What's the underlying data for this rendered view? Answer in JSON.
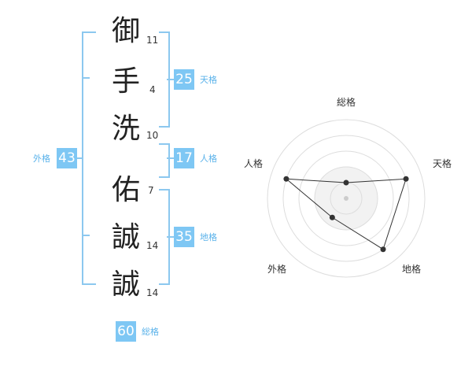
{
  "name": {
    "surname": [
      {
        "char": "御",
        "strokes": "11"
      },
      {
        "char": "手",
        "strokes": "4"
      },
      {
        "char": "洗",
        "strokes": "10"
      }
    ],
    "given": [
      {
        "char": "佑",
        "strokes": "7"
      },
      {
        "char": "誠",
        "strokes": "14"
      },
      {
        "char": "誠",
        "strokes": "14"
      }
    ]
  },
  "kakusu": {
    "tenkaku": {
      "value": "25",
      "label": "天格"
    },
    "jinkaku": {
      "value": "17",
      "label": "人格"
    },
    "chikaku": {
      "value": "35",
      "label": "地格"
    },
    "gaikaku": {
      "value": "43",
      "label": "外格"
    },
    "soukaku": {
      "value": "60",
      "label": "総格"
    }
  },
  "chart_data": {
    "type": "radar",
    "axes": [
      "総格",
      "天格",
      "地格",
      "外格",
      "人格"
    ],
    "values": [
      1,
      4,
      4,
      1.5,
      4
    ],
    "max": 5,
    "rings": 4
  },
  "colors": {
    "accent": "#7ec7f4",
    "bracket": "#8cc8ef",
    "label": "#5ab2ea"
  }
}
